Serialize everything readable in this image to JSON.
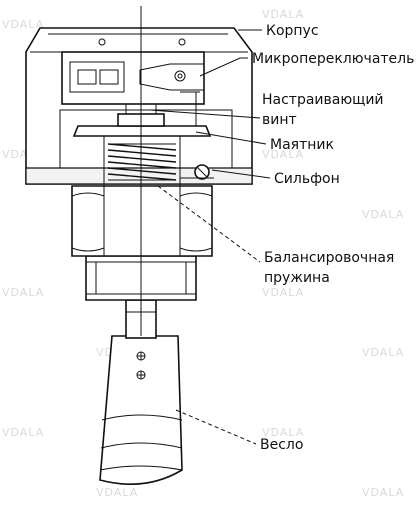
{
  "diagram": {
    "labels": {
      "housing": "Корпус",
      "microswitch": "Микропереключатель",
      "adjusting_screw_line1": "Настраивающий",
      "adjusting_screw_line2": "винт",
      "pendulum": "Маятник",
      "bellows": "Сильфон",
      "balancing_spring_line1": "Балансировочная",
      "balancing_spring_line2": "пружина",
      "paddle": "Весло"
    },
    "watermark": "VDALA",
    "colors": {
      "line": "#111111",
      "watermark": "#d9d9d9",
      "background": "#ffffff"
    }
  }
}
